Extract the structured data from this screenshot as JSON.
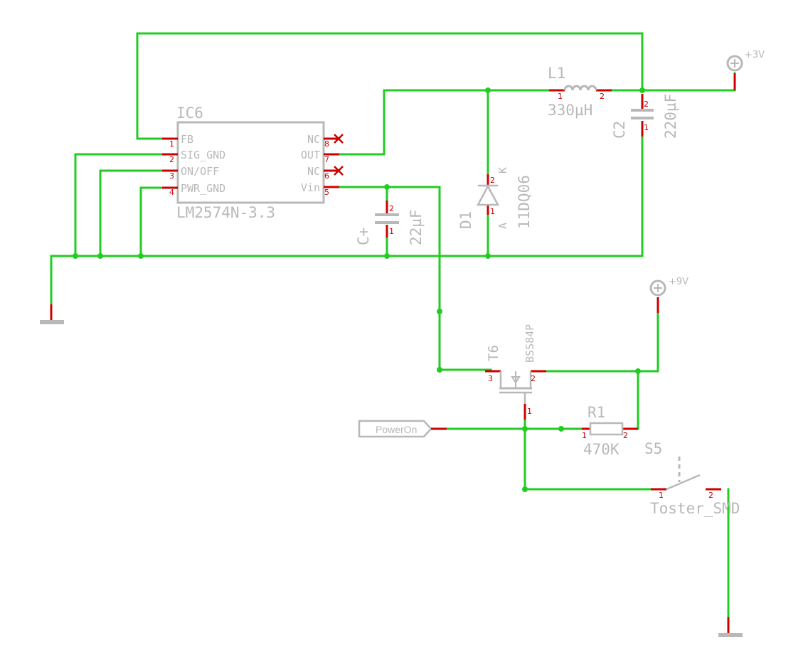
{
  "ic6": {
    "ref": "IC6",
    "value": "LM2574N-3.3",
    "pins": {
      "fb": "FB",
      "sig_gnd": "SIG_GND",
      "on_off": "ON/OFF",
      "pwr_gnd": "PWR_GND",
      "nc8": "NC",
      "out": "OUT",
      "nc6": "NC",
      "vin": "Vin"
    },
    "pin_numbers": [
      "1",
      "2",
      "3",
      "4",
      "8",
      "7",
      "6",
      "5"
    ]
  },
  "l1": {
    "ref": "L1",
    "value": "330µH",
    "pin1": "1",
    "pin2": "2"
  },
  "c2": {
    "ref": "C2",
    "value": "220µF",
    "pin1": "1",
    "pin2": "2"
  },
  "c_in": {
    "ref": "C+",
    "value": "22µF",
    "pin1": "1",
    "pin2": "2"
  },
  "d1": {
    "ref": "D1",
    "value": "11DQ06",
    "anode": "A",
    "cathode": "K",
    "pin1": "1",
    "pin2": "2"
  },
  "t6": {
    "ref": "T6",
    "value": "BSS84P",
    "pin1": "1",
    "pin2": "2",
    "pin3": "3"
  },
  "r1": {
    "ref": "R1",
    "value": "470K",
    "pin1": "1",
    "pin2": "2"
  },
  "s5": {
    "ref": "S5",
    "value": "Toster_SMD",
    "pin1": "1",
    "pin2": "2"
  },
  "supplies": {
    "v3": "+3V",
    "v9": "+9V"
  },
  "net_label": "PowerOn",
  "colors": {
    "wire": "#22cc22",
    "pin": "#cc0000",
    "symbol": "#b8b8b8"
  }
}
